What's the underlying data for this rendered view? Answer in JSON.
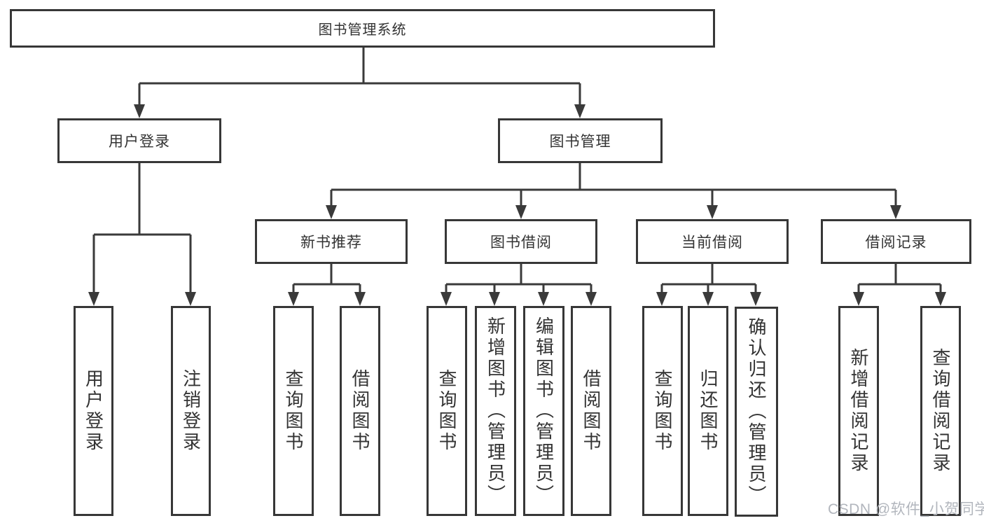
{
  "diagram": {
    "root": {
      "label": "图书管理系统"
    },
    "level2": [
      {
        "label": "用户登录"
      },
      {
        "label": "图书管理"
      }
    ],
    "level3": [
      {
        "label": "新书推荐",
        "parent": "图书管理"
      },
      {
        "label": "图书借阅",
        "parent": "图书管理"
      },
      {
        "label": "当前借阅",
        "parent": "图书管理"
      },
      {
        "label": "借阅记录",
        "parent": "图书管理"
      }
    ],
    "leaves": [
      {
        "label": "用户登录",
        "parent": "用户登录"
      },
      {
        "label": "注销登录",
        "parent": "用户登录"
      },
      {
        "label": "查询图书",
        "parent": "新书推荐"
      },
      {
        "label": "借阅图书",
        "parent": "新书推荐"
      },
      {
        "label": "查询图书",
        "parent": "图书借阅"
      },
      {
        "label": "新增图书（管理员）",
        "parent": "图书借阅"
      },
      {
        "label": "编辑图书（管理员）",
        "parent": "图书借阅"
      },
      {
        "label": "借阅图书",
        "parent": "图书借阅"
      },
      {
        "label": "查询图书",
        "parent": "当前借阅"
      },
      {
        "label": "归还图书",
        "parent": "当前借阅"
      },
      {
        "label": "确认归还（管理员）",
        "parent": "当前借阅"
      },
      {
        "label": "新增借阅记录",
        "parent": "借阅记录"
      },
      {
        "label": "查询借阅记录",
        "parent": "借阅记录"
      }
    ]
  },
  "watermark": {
    "text": "CSDN @软件_小贺同学"
  },
  "colors": {
    "line": "#3a3a3a",
    "border": "#373737",
    "text": "#333333",
    "background": "#ffffff",
    "watermark": "#b2b6bd"
  }
}
